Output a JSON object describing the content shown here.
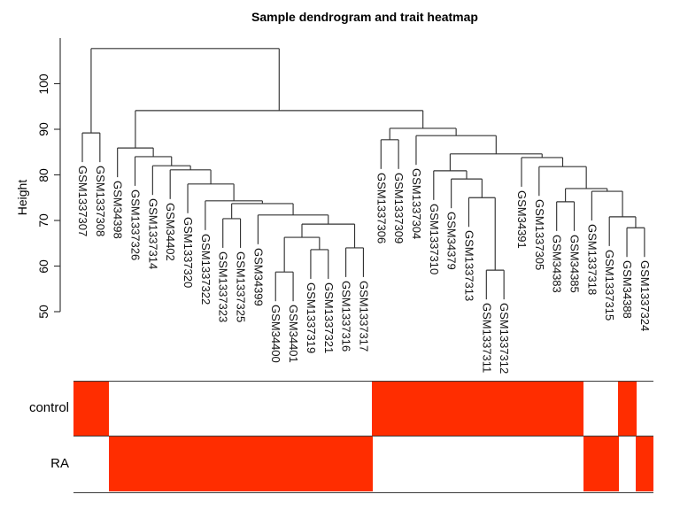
{
  "title": "Sample dendrogram and trait heatmap",
  "axis": {
    "label": "Height",
    "ticks": [
      50,
      60,
      70,
      80,
      90,
      100
    ]
  },
  "chart_data": {
    "type": "dendrogram+heatmap",
    "title": "Sample dendrogram and trait heatmap",
    "ylabel": "Height",
    "ylim": [
      50,
      108
    ],
    "samples": [
      "GSM1337307",
      "GSM1337308",
      "GSM34398",
      "GSM1337326",
      "GSM1337314",
      "GSM34402",
      "GSM1337320",
      "GSM1337322",
      "GSM1337323",
      "GSM1337325",
      "GSM34399",
      "GSM34400",
      "GSM34401",
      "GSM1337319",
      "GSM1337321",
      "GSM1337316",
      "GSM1337317",
      "GSM1337306",
      "GSM1337309",
      "GSM1337304",
      "GSM1337310",
      "GSM34379",
      "GSM1337313",
      "GSM1337311",
      "GSM1337312",
      "GSM34391",
      "GSM1337305",
      "GSM34383",
      "GSM34385",
      "GSM1337318",
      "GSM1337315",
      "GSM34388",
      "GSM1337324"
    ],
    "tree": {
      "h": 107.7,
      "c": [
        {
          "h": 89.2,
          "c": [
            "GSM1337307",
            "GSM1337308"
          ]
        },
        {
          "h": 94.1,
          "c": [
            {
              "h": 85.9,
              "c": [
                "GSM34398",
                {
                  "h": 84.0,
                  "c": [
                    "GSM1337326",
                    {
                      "h": 82.0,
                      "c": [
                        "GSM1337314",
                        {
                          "h": 81.1,
                          "c": [
                            "GSM34402",
                            {
                              "h": 78.0,
                              "c": [
                                "GSM1337320",
                                {
                                  "h": 74.3,
                                  "c": [
                                    "GSM1337322",
                                    {
                                      "h": 73.7,
                                      "c": [
                                        {
                                          "h": 70.4,
                                          "c": [
                                            "GSM1337323",
                                            "GSM1337325"
                                          ]
                                        },
                                        {
                                          "h": 71.2,
                                          "c": [
                                            "GSM34399",
                                            {
                                              "h": 69.2,
                                              "c": [
                                                {
                                                  "h": 66.3,
                                                  "c": [
                                                    {
                                                      "h": 58.7,
                                                      "c": [
                                                        "GSM34400",
                                                        "GSM34401"
                                                      ]
                                                    },
                                                    {
                                                      "h": 63.6,
                                                      "c": [
                                                        "GSM1337319",
                                                        "GSM1337321"
                                                      ]
                                                    }
                                                  ]
                                                },
                                                {
                                                  "h": 64.0,
                                                  "c": [
                                                    "GSM1337316",
                                                    "GSM1337317"
                                                  ]
                                                }
                                              ]
                                            }
                                          ]
                                        }
                                      ]
                                    }
                                  ]
                                }
                              ]
                            }
                          ]
                        }
                      ]
                    }
                  ]
                }
              ]
            },
            {
              "h": 90.2,
              "c": [
                {
                  "h": 87.7,
                  "c": [
                    "GSM1337306",
                    "GSM1337309"
                  ]
                },
                {
                  "h": 88.6,
                  "c": [
                    "GSM1337304",
                    {
                      "h": 84.6,
                      "c": [
                        {
                          "h": 80.9,
                          "c": [
                            "GSM1337310",
                            {
                              "h": 79.1,
                              "c": [
                                "GSM34379",
                                {
                                  "h": 75.0,
                                  "c": [
                                    "GSM1337313",
                                    {
                                      "h": 59.1,
                                      "c": [
                                        "GSM1337311",
                                        "GSM1337312"
                                      ]
                                    }
                                  ]
                                }
                              ]
                            }
                          ]
                        },
                        {
                          "h": 83.8,
                          "c": [
                            "GSM34391",
                            {
                              "h": 81.8,
                              "c": [
                                "GSM1337305",
                                {
                                  "h": 77.0,
                                  "c": [
                                    {
                                      "h": 74.1,
                                      "c": [
                                        "GSM34383",
                                        "GSM34385"
                                      ]
                                    },
                                    {
                                      "h": 76.4,
                                      "c": [
                                        "GSM1337318",
                                        {
                                          "h": 70.8,
                                          "c": [
                                            "GSM1337315",
                                            {
                                              "h": 68.4,
                                              "c": [
                                                "GSM34388",
                                                "GSM1337324"
                                              ]
                                            }
                                          ]
                                        }
                                      ]
                                    }
                                  ]
                                }
                              ]
                            }
                          ]
                        }
                      ]
                    }
                  ]
                }
              ]
            }
          ]
        }
      ]
    },
    "trait_rows": [
      {
        "label": "control",
        "values": [
          1,
          1,
          0,
          0,
          0,
          0,
          0,
          0,
          0,
          0,
          0,
          0,
          0,
          0,
          0,
          0,
          0,
          1,
          1,
          1,
          1,
          1,
          1,
          1,
          1,
          1,
          1,
          1,
          1,
          0,
          0,
          1,
          0
        ]
      },
      {
        "label": "RA",
        "values": [
          0,
          0,
          1,
          1,
          1,
          1,
          1,
          1,
          1,
          1,
          1,
          1,
          1,
          1,
          1,
          1,
          1,
          0,
          0,
          0,
          0,
          0,
          0,
          0,
          0,
          0,
          0,
          0,
          0,
          1,
          1,
          0,
          1
        ]
      }
    ],
    "colors": {
      "on": "#FF2D00",
      "off": "#FFFFFF",
      "line": "#333333"
    }
  }
}
